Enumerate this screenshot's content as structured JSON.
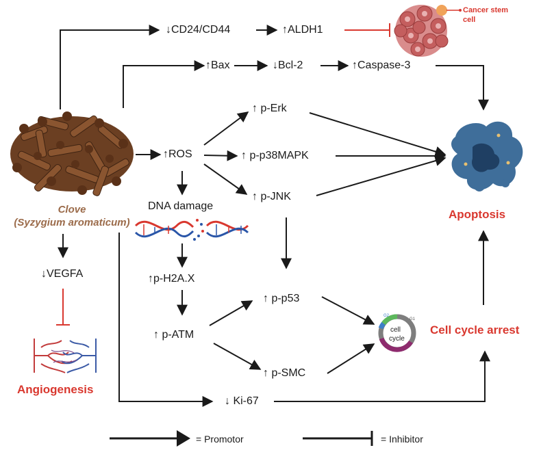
{
  "source": {
    "name": "Clove",
    "latin": "(Syzygium aromaticum)"
  },
  "nodes": {
    "cd24": "↓CD24/CD44",
    "aldh1": "↑ALDH1",
    "csc_label": "Cancer stem cell",
    "bax": "↑Bax",
    "bcl2": "↓Bcl-2",
    "casp3": "↑Caspase-3",
    "ros": "↑ROS",
    "erk": "↑ p-Erk",
    "p38": "↑ p-p38MAPK",
    "jnk": "↑ p-JNK",
    "dna": "DNA damage",
    "h2ax": "↑p-H2A.X",
    "atm": "↑ p-ATM",
    "p53": "↑ p-p53",
    "smc": "↑  p-SMC",
    "ki67": "↓ Ki-67",
    "vegfa": "↓VEGFA",
    "angio": "Angiogenesis",
    "apoptosis": "Apoptosis",
    "arrest": "Cell cycle arrest",
    "cellcycle_line1": "cell",
    "cellcycle_line2": "cycle"
  },
  "legend": {
    "promotor": "= Promotor",
    "inhibitor": "= Inhibitor"
  },
  "colors": {
    "arrow": "#1a1a1a",
    "inhibit": "#d9382f",
    "accent_red": "#d9382f",
    "clove_brown": "#9b6b4a",
    "apoptotic_cell": "#3f6e9a",
    "stem_cell": "#d98c8c"
  }
}
